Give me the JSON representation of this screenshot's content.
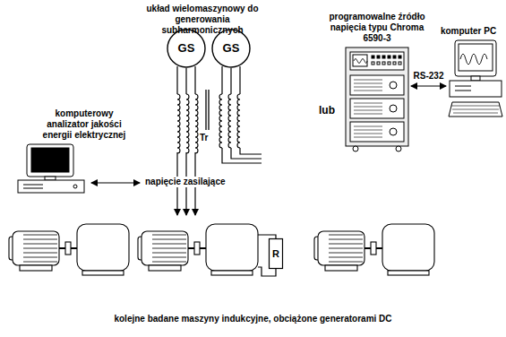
{
  "diagram": {
    "caption": "kolejne badane maszyny indukcyjne, obciążone generatorami DC",
    "nodes": [
      {
        "text": [
          "GS"
        ]
      },
      {
        "text": [
          "GS"
        ]
      },
      {
        "text": [
          "programowalne źródło napięcia typu Chroma 6590-3"
        ]
      },
      {
        "text": [
          "komputer PC"
        ]
      },
      {
        "text": [
          "komputerowy analizator jakości energii elektrycznej"
        ]
      },
      {
        "text": [
          "R"
        ]
      }
    ],
    "edges": [
      {
        "from": 2,
        "to": 3,
        "arrow": "both",
        "label": "RS-232"
      }
    ],
    "labels": [
      "układ wielomaszynowy do generowania subharmonicznych",
      "Tr",
      "lub",
      "napięcie zasilające"
    ]
  }
}
